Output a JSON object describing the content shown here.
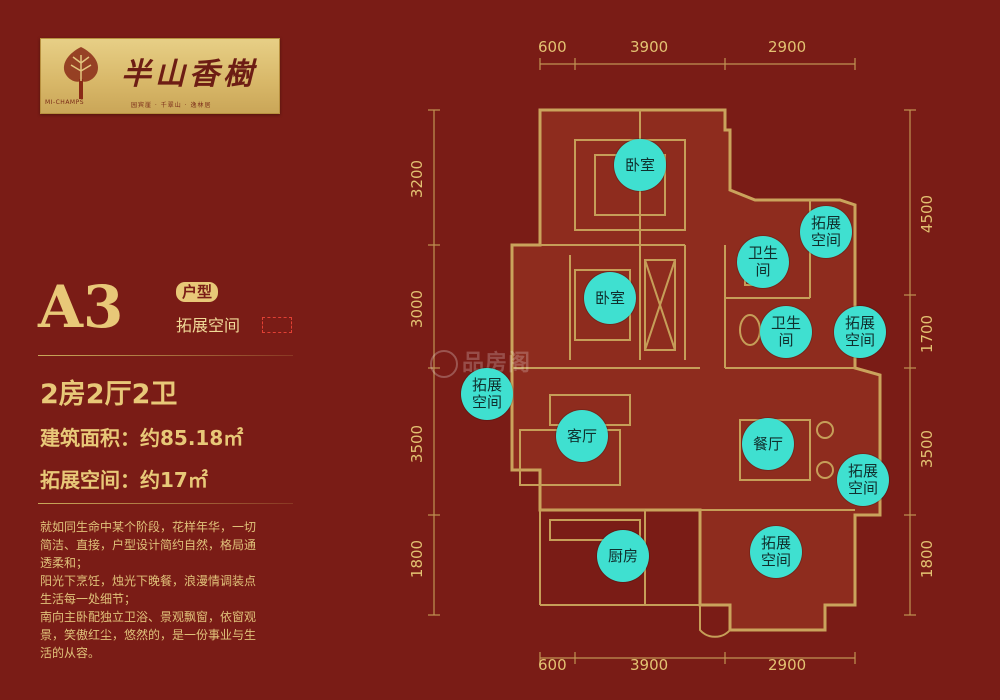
{
  "brand": {
    "name": "半山香樹",
    "english": "MI-CHAMPS",
    "slogan": "园宾崖 · 千翠山 · 逸林居"
  },
  "unit": {
    "code": "A3",
    "type_label": "户型",
    "extension_legend": "拓展空间",
    "layout": "2房2厅2卫",
    "build_area": "建筑面积：约85.18㎡",
    "extension_area": "拓展空间：约17㎡"
  },
  "description": [
    "就如同生命中某个阶段，花样年华，一切",
    "简洁、直接，户型设计简约自然，格局通",
    "透柔和；",
    "阳光下烹饪，烛光下晚餐，浪漫情调装点",
    "生活每一处细节；",
    "南向主卧配独立卫浴、景观飘窗，依窗观",
    "景，笑傲红尘，悠然的，是一份事业与生",
    "活的从容。"
  ],
  "rooms": {
    "bedroom_master": "卧室",
    "bedroom_second": "卧室",
    "bath1": "卫生间",
    "bath2": "卫生间",
    "ext1": "拓展空间",
    "ext2": "拓展空间",
    "ext3": "拓展空间",
    "ext4": "拓展空间",
    "ext5": "拓展空间",
    "living": "客厅",
    "dining": "餐厅",
    "kitchen": "厨房"
  },
  "dimensions": {
    "top": [
      "600",
      "3900",
      "2900"
    ],
    "bottom": [
      "600",
      "3900",
      "2900"
    ],
    "left": [
      "3200",
      "3000",
      "3500",
      "1800"
    ],
    "right": [
      "4500",
      "1700",
      "3500",
      "1800"
    ]
  },
  "watermark": "品房阁",
  "colors": {
    "background": "#7a1c16",
    "gold": "#e8c878",
    "label_bubble": "#3fe0d0",
    "extension_outline": "#e24034"
  }
}
